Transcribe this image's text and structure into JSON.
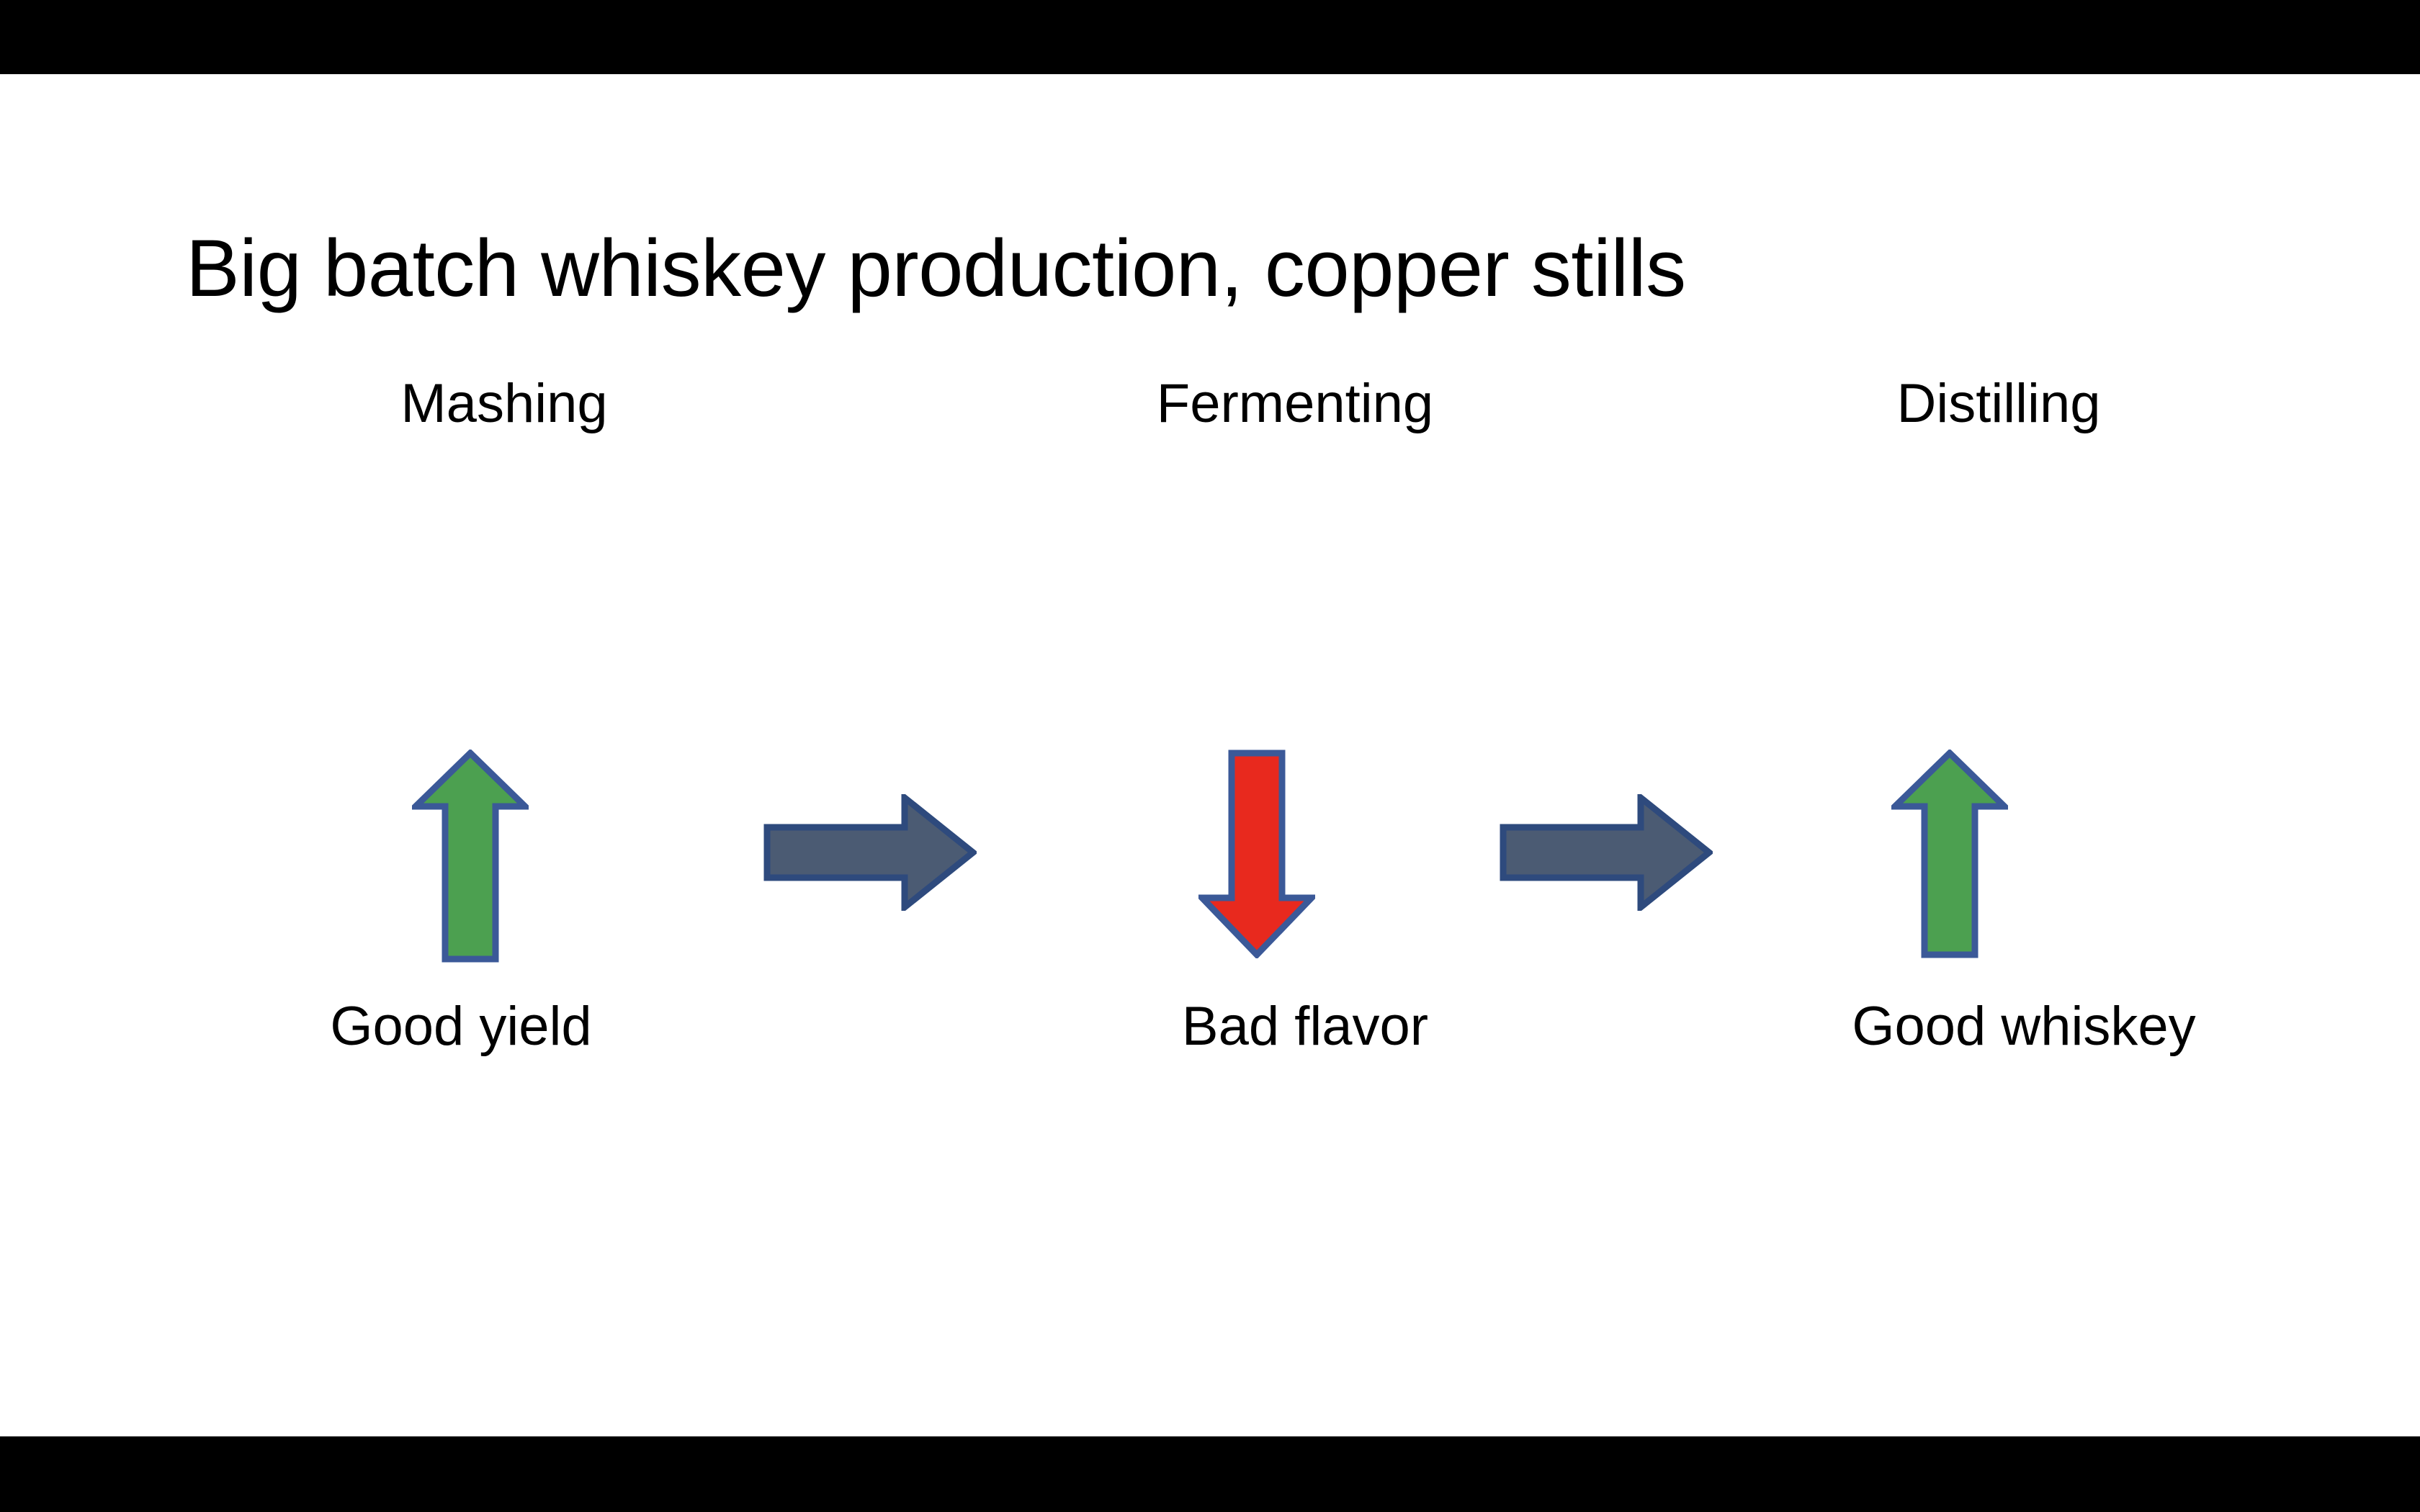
{
  "slide": {
    "title": "Big batch whiskey production, copper stills",
    "background_color": "#FFFFFF",
    "letterbox_color": "#000000"
  },
  "colors": {
    "green_fill": "#4CA050",
    "green_stroke": "#3B5998",
    "red_fill": "#E8291E",
    "red_stroke": "#3B5998",
    "gray_fill": "#4B5B73",
    "gray_stroke": "#2E4A7D",
    "text": "#000000"
  },
  "stages": [
    {
      "label": "Mashing",
      "outcome": "Good yield",
      "arrow": "up-arrow-icon",
      "arrow_color": "#4CA050"
    },
    {
      "label": "Fermenting",
      "outcome": "Bad flavor",
      "arrow": "down-arrow-icon",
      "arrow_color": "#E8291E"
    },
    {
      "label": "Distilling",
      "outcome": "Good whiskey",
      "arrow": "up-arrow-icon",
      "arrow_color": "#4CA050"
    }
  ],
  "connectors": [
    {
      "icon": "right-arrow-icon",
      "color": "#4B5B73",
      "from": "Mashing",
      "to": "Fermenting"
    },
    {
      "icon": "right-arrow-icon",
      "color": "#4B5B73",
      "from": "Fermenting",
      "to": "Distilling"
    }
  ]
}
